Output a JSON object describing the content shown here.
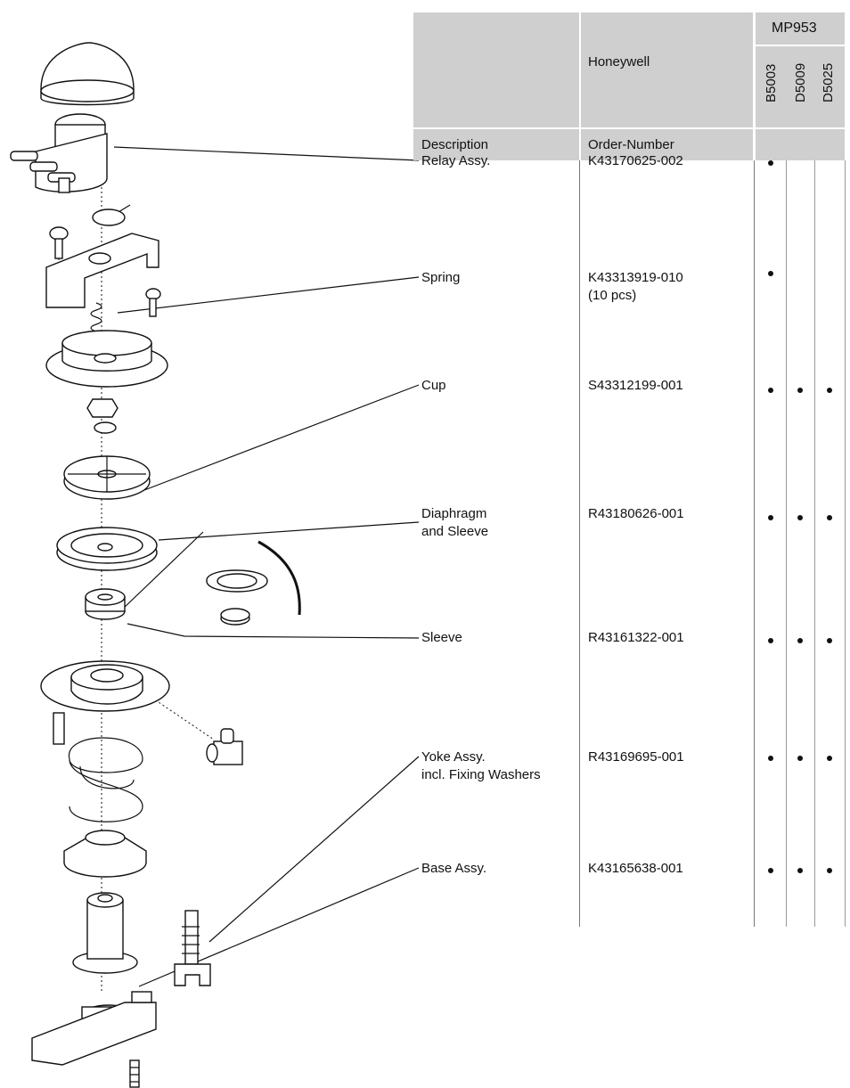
{
  "table": {
    "group_header": "MP953",
    "manufacturer": "Honeywell",
    "models": [
      "B5003",
      "D5009",
      "D5025"
    ],
    "col_description": "Description",
    "col_order_number": "Order-Number",
    "rows": [
      {
        "description": "Relay Assy.",
        "order_number": "K43170625-002",
        "marks": [
          true,
          false,
          false
        ]
      },
      {
        "description": "Spring",
        "order_number": "K43313919-010\n(10 pcs)",
        "marks": [
          true,
          false,
          false
        ]
      },
      {
        "description": "Cup",
        "order_number": "S43312199-001",
        "marks": [
          true,
          true,
          true
        ]
      },
      {
        "description": "Diaphragm\nand Sleeve",
        "order_number": "R43180626-001",
        "marks": [
          true,
          true,
          true
        ]
      },
      {
        "description": "Sleeve",
        "order_number": "R43161322-001",
        "marks": [
          true,
          true,
          true
        ]
      },
      {
        "description": "Yoke Assy.\nincl. Fixing Washers",
        "order_number": "R43169695-001",
        "marks": [
          true,
          true,
          true
        ]
      },
      {
        "description": "Base Assy.",
        "order_number": "K43165638-001",
        "marks": [
          true,
          true,
          true
        ]
      }
    ]
  }
}
